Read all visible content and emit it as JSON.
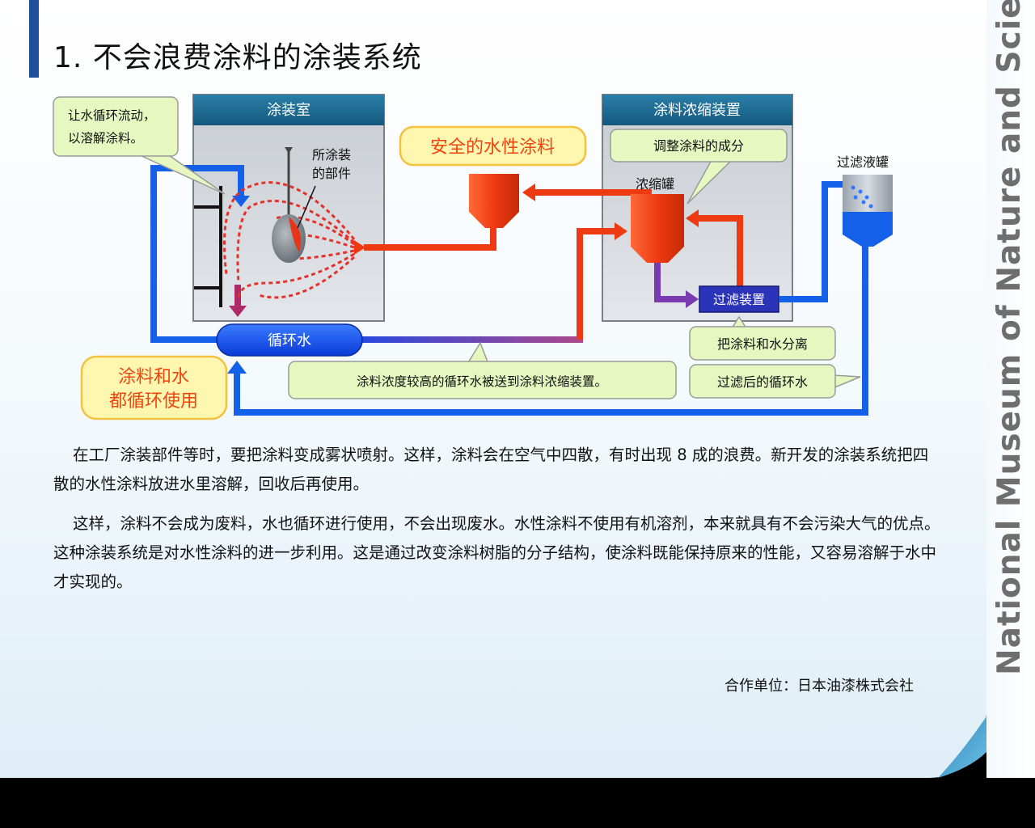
{
  "title": "1. 不会浪费涂料的涂装系统",
  "side_text": "National Museum of Nature and Science",
  "diagram": {
    "painting_room": "涂装室",
    "concentrator": "涂料浓缩装置",
    "callout_circulate": "让水循环流动，以溶解涂料。",
    "part_label": "所涂装的部件",
    "safe_paint": "安全的水性涂料",
    "adjust": "调整涂料的成分",
    "conc_tank": "浓缩罐",
    "filter_tank": "过滤液罐",
    "filter_device": "过滤装置",
    "separate": "把涂料和水分离",
    "after_filter": "过滤后的循环水",
    "circ_water": "循环水",
    "both_circulate": "涂料和水都循环使用",
    "send_note": "涂料浓度较高的循环水被送到涂料浓缩装置。"
  },
  "body": {
    "p1": "在工厂涂装部件等时，要把涂料变成雾状喷射。这样，涂料会在空气中四散，有时出现 8 成的浪费。新开发的涂装系统把四散的水性涂料放进水里溶解，回收后再使用。",
    "p2": "这样，涂料不会成为废料，水也循环进行使用，不会出现废水。水性涂料不使用有机溶剂，本来就具有不会污染大气的优点。这种涂装系统是对水性涂料的进一步利用。这是通过改变涂料树脂的分子结构，使涂料既能保持原来的性能，又容易溶解于水中才实现的。"
  },
  "credit": "合作单位：日本油漆株式会社",
  "colors": {
    "accent": "#1d4f9c",
    "pipe_blue": "#1560e8",
    "pipe_red": "#ee3a12",
    "callout_green": "#e6f7c0",
    "callout_yellow": "#fff6b0"
  }
}
